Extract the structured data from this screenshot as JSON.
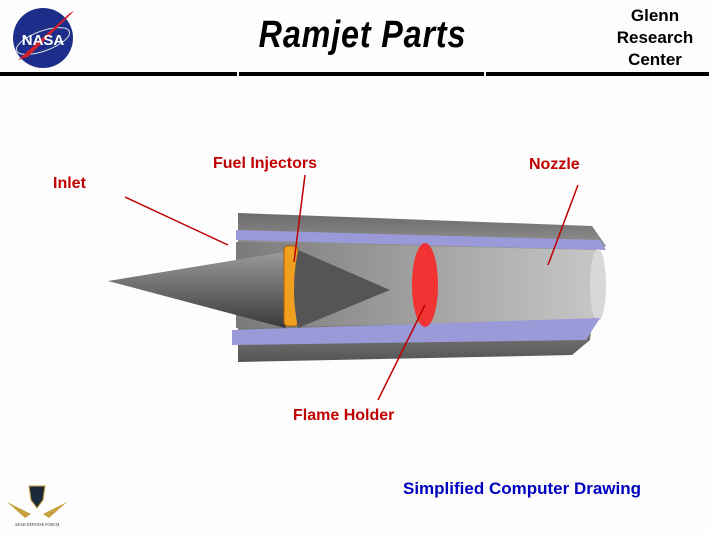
{
  "header": {
    "title": "Ramjet  Parts",
    "center_lines": [
      "Glenn",
      "Research",
      "Center"
    ],
    "logo_text": "NASA"
  },
  "labels": {
    "inlet": "Inlet",
    "fuel_injectors": "Fuel  Injectors",
    "nozzle": "Nozzle",
    "flame_holder": "Flame  Holder"
  },
  "caption": "Simplified  Computer  Drawing",
  "watermark": {
    "text": "ARAB DEFENSE FORUM"
  },
  "colors": {
    "label": "#c00000",
    "caption": "#0000c0",
    "lining": "#9a9ad8",
    "injector": "#f0a020",
    "flame_holder": "#ff2020"
  }
}
